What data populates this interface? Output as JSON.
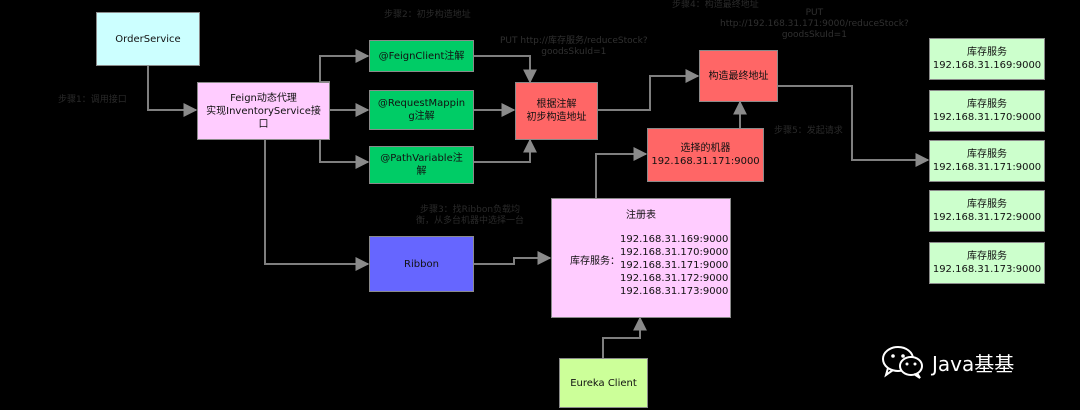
{
  "nodes": {
    "order_service": "OrderService",
    "feign_proxy": [
      "Feign动态代理",
      "实现InventoryService接",
      "口"
    ],
    "feign_client": "@FeignClient注解",
    "request_mapping": [
      "@RequestMappin",
      "g注解"
    ],
    "path_variable": [
      "@PathVariable注",
      "解"
    ],
    "build_addr": [
      "根据注解",
      "初步构造地址"
    ],
    "final_addr": "构造最终地址",
    "chosen_machine": [
      "选择的机器",
      "192.168.31.171:9000"
    ],
    "ribbon": "Ribbon",
    "registry": {
      "title": "注册表",
      "label": "库存服务：",
      "instances": [
        "192.168.31.169:9000",
        "192.168.31.170:9000",
        "192.168.31.171:9000",
        "192.168.31.172:9000",
        "192.168.31.173:9000"
      ]
    },
    "eureka_client": "Eureka Client",
    "inventory": [
      {
        "name": "库存服务",
        "addr": "192.168.31.169:9000"
      },
      {
        "name": "库存服务",
        "addr": "192.168.31.170:9000"
      },
      {
        "name": "库存服务",
        "addr": "192.168.31.171:9000"
      },
      {
        "name": "库存服务",
        "addr": "192.168.31.172:9000"
      },
      {
        "name": "库存服务",
        "addr": "192.168.31.173:9000"
      }
    ]
  },
  "labels": {
    "step1": "步骤1：调用接口",
    "step2": "步骤2：初步构造地址",
    "put1": [
      "PUT http://库存服务/reduceStock?",
      "goodsSkuId=1"
    ],
    "step4": "步骤4：构造最终地址",
    "put2": [
      "PUT",
      "http://192.168.31.171:9000/reduceStock?",
      "goodsSkuId=1"
    ],
    "step5": "步骤5：发起请求",
    "step3": [
      "步骤3：找Ribbon负载均",
      "衡，从多台机器中选择一台"
    ]
  },
  "watermark": "Java基基",
  "colors": {
    "cyan": "#ccffff",
    "pink": "#ffccff",
    "green": "#00cc66",
    "red": "#ff6666",
    "blue": "#6666ff",
    "light_green": "#ccffcc",
    "yellow_green": "#ccff99",
    "edge": "#7f7f7f"
  }
}
